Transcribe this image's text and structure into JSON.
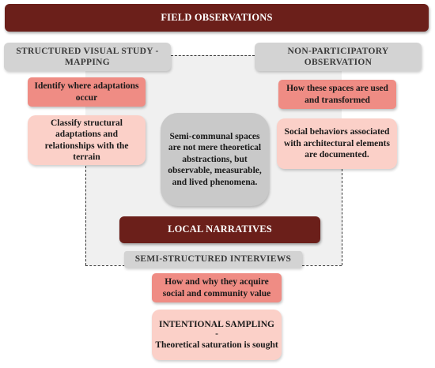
{
  "header": {
    "title": "FIELD OBSERVATIONS"
  },
  "left": {
    "title": "STRUCTURED VISUAL STUDY - MAPPING",
    "box1": "Identify where adaptations occur",
    "box2": "Classify structural adaptations and relationships with the terrain"
  },
  "right": {
    "title": "NON-PARTICIPATORY OBSERVATION",
    "box1": "How these spaces are used and transformed",
    "box2": "Social behaviors associated with architectural elements are documented."
  },
  "center": {
    "statement": "Semi-communal spaces are not mere theoretical abstractions, but observable, measurable, and lived phenomena."
  },
  "bottom": {
    "title": "LOCAL NARRATIVES",
    "interviews": "SEMI-STRUCTURED INTERVIEWS",
    "box1": "How and why they acquire social and community value",
    "sampling_title": "INTENTIONAL SAMPLING",
    "sampling_dash": "-",
    "sampling_text": "Theoretical saturation is sought"
  },
  "colors": {
    "dark_red": "#6b1f1a",
    "grey": "#d3d3d3",
    "salmon": "#ef8c84",
    "pink": "#fbd0c8"
  }
}
